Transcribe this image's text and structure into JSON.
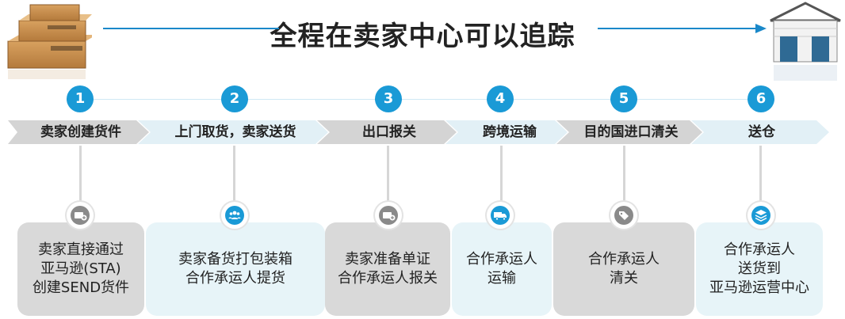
{
  "title": "全程在卖家中心可以追踪",
  "steps": [
    {
      "num": "1",
      "label": "卖家创建货件",
      "card": [
        "卖家直接通过",
        "亚马逊(STA)",
        "创建SEND货件"
      ],
      "icon": "folder-add-icon"
    },
    {
      "num": "2",
      "label": "上门取货，卖家送货",
      "card": [
        "卖家备货打包装箱",
        "合作承运人提货"
      ],
      "icon": "people-group-icon"
    },
    {
      "num": "3",
      "label": "出口报关",
      "card": [
        "卖家准备单证",
        "合作承运人报关"
      ],
      "icon": "folder-add-icon"
    },
    {
      "num": "4",
      "label": "跨境运输",
      "card": [
        "合作承运人",
        "运输"
      ],
      "icon": "truck-icon"
    },
    {
      "num": "5",
      "label": "目的国进口清关",
      "card": [
        "合作承运人",
        "清关"
      ],
      "icon": "tag-icon"
    },
    {
      "num": "6",
      "label": "送仓",
      "card": [
        "合作承运人",
        "送货到",
        "亚马逊运营中心"
      ],
      "icon": "layers-icon"
    }
  ],
  "colors": {
    "accent": "#1a9ad6",
    "card_gray": "#d9d9d9",
    "card_light": "#e7f4f8",
    "band": "#dfe9ee"
  }
}
